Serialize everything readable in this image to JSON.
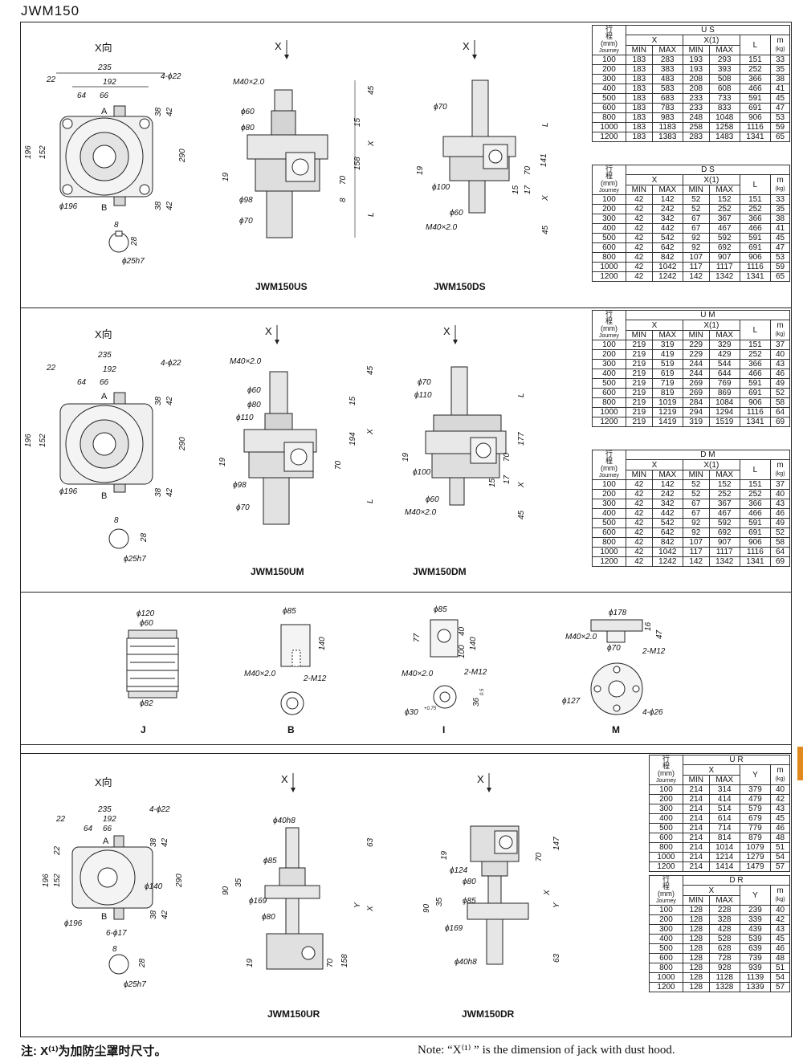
{
  "page": {
    "title": "JWM150",
    "note_cn": "注: X⁽¹⁾为加防尘罩时尺寸。",
    "note_en": "Note: “X⁽¹⁾ ” is the dimension of jack with dust hood."
  },
  "labels": {
    "x_view": "X向",
    "x_arrow": "X",
    "journey_header": [
      "行",
      "程",
      "(mm)",
      "Journey"
    ],
    "col_x": "X",
    "col_x1": "X(1)",
    "col_l": "L",
    "col_y": "Y",
    "col_m": "m",
    "col_kg": "(kg)",
    "col_min": "MIN",
    "col_max": "MAX"
  },
  "captions": {
    "us": "JWM150US",
    "ds": "JWM150DS",
    "um": "JWM150UM",
    "dm": "JWM150DM",
    "ur": "JWM150UR",
    "dr": "JWM150DR",
    "j": "J",
    "b": "B",
    "i": "I",
    "m": "M"
  },
  "dims": {
    "d235": "235",
    "d192": "192",
    "d22": "22",
    "d64": "64",
    "d66": "66",
    "d4phi22": "4-ϕ22",
    "d196": "196",
    "d152": "152",
    "d290": "290",
    "d38": "38",
    "d42": "42",
    "phi196": "ϕ196",
    "A": "A",
    "B": "B",
    "d8": "8",
    "d28": "28",
    "phi25h7": "ϕ25h7",
    "m40": "M40×2.0",
    "phi60": "ϕ60",
    "phi80": "ϕ80",
    "phi98": "ϕ98",
    "phi70": "ϕ70",
    "phi100": "ϕ100",
    "phi110": "ϕ110",
    "d45": "45",
    "d15": "15",
    "d158": "158",
    "d70": "70",
    "d19": "19",
    "d141": "141",
    "d17": "17",
    "d194": "194",
    "d177": "177",
    "L": "L",
    "X": "X",
    "phi120": "ϕ120",
    "phi82": "ϕ82",
    "phi85": "ϕ85",
    "d140": "140",
    "d2m12": "2-M12",
    "d77": "77",
    "d100": "100",
    "d40": "40",
    "d36": "36",
    "d36tol": "0.5",
    "phi30": "ϕ30",
    "phi30tol": "+0.75",
    "phi178": "ϕ178",
    "d16": "16",
    "d47": "47",
    "phi127": "ϕ127",
    "d4phi26": "4-ϕ26",
    "phi40h8": "ϕ40h8",
    "d63": "63",
    "phi169": "ϕ169",
    "d90": "90",
    "d35": "35",
    "phi124": "ϕ124",
    "d147": "147",
    "Y": "Y",
    "phi140": "ϕ140",
    "d6phi17": "6-ϕ17"
  },
  "tables": {
    "us": {
      "name": "U S",
      "rows": [
        [
          "100",
          "183",
          "283",
          "193",
          "293",
          "151",
          "33"
        ],
        [
          "200",
          "183",
          "383",
          "193",
          "393",
          "252",
          "35"
        ],
        [
          "300",
          "183",
          "483",
          "208",
          "508",
          "366",
          "38"
        ],
        [
          "400",
          "183",
          "583",
          "208",
          "608",
          "466",
          "41"
        ],
        [
          "500",
          "183",
          "683",
          "233",
          "733",
          "591",
          "45"
        ],
        [
          "600",
          "183",
          "783",
          "233",
          "833",
          "691",
          "47"
        ],
        [
          "800",
          "183",
          "983",
          "248",
          "1048",
          "906",
          "53"
        ],
        [
          "1000",
          "183",
          "1183",
          "258",
          "1258",
          "1116",
          "59"
        ],
        [
          "1200",
          "183",
          "1383",
          "283",
          "1483",
          "1341",
          "65"
        ]
      ]
    },
    "ds": {
      "name": "D S",
      "rows": [
        [
          "100",
          "42",
          "142",
          "52",
          "152",
          "151",
          "33"
        ],
        [
          "200",
          "42",
          "242",
          "52",
          "252",
          "252",
          "35"
        ],
        [
          "300",
          "42",
          "342",
          "67",
          "367",
          "366",
          "38"
        ],
        [
          "400",
          "42",
          "442",
          "67",
          "467",
          "466",
          "41"
        ],
        [
          "500",
          "42",
          "542",
          "92",
          "592",
          "591",
          "45"
        ],
        [
          "600",
          "42",
          "642",
          "92",
          "692",
          "691",
          "47"
        ],
        [
          "800",
          "42",
          "842",
          "107",
          "907",
          "906",
          "53"
        ],
        [
          "1000",
          "42",
          "1042",
          "117",
          "1117",
          "1116",
          "59"
        ],
        [
          "1200",
          "42",
          "1242",
          "142",
          "1342",
          "1341",
          "65"
        ]
      ]
    },
    "um": {
      "name": "U M",
      "rows": [
        [
          "100",
          "219",
          "319",
          "229",
          "329",
          "151",
          "37"
        ],
        [
          "200",
          "219",
          "419",
          "229",
          "429",
          "252",
          "40"
        ],
        [
          "300",
          "219",
          "519",
          "244",
          "544",
          "366",
          "43"
        ],
        [
          "400",
          "219",
          "619",
          "244",
          "644",
          "466",
          "46"
        ],
        [
          "500",
          "219",
          "719",
          "269",
          "769",
          "591",
          "49"
        ],
        [
          "600",
          "219",
          "819",
          "269",
          "869",
          "691",
          "52"
        ],
        [
          "800",
          "219",
          "1019",
          "284",
          "1084",
          "906",
          "58"
        ],
        [
          "1000",
          "219",
          "1219",
          "294",
          "1294",
          "1116",
          "64"
        ],
        [
          "1200",
          "219",
          "1419",
          "319",
          "1519",
          "1341",
          "69"
        ]
      ]
    },
    "dm": {
      "name": "D M",
      "rows": [
        [
          "100",
          "42",
          "142",
          "52",
          "152",
          "151",
          "37"
        ],
        [
          "200",
          "42",
          "242",
          "52",
          "252",
          "252",
          "40"
        ],
        [
          "300",
          "42",
          "342",
          "67",
          "367",
          "366",
          "43"
        ],
        [
          "400",
          "42",
          "442",
          "67",
          "467",
          "466",
          "46"
        ],
        [
          "500",
          "42",
          "542",
          "92",
          "592",
          "591",
          "49"
        ],
        [
          "600",
          "42",
          "642",
          "92",
          "692",
          "691",
          "52"
        ],
        [
          "800",
          "42",
          "842",
          "107",
          "907",
          "906",
          "58"
        ],
        [
          "1000",
          "42",
          "1042",
          "117",
          "1117",
          "1116",
          "64"
        ],
        [
          "1200",
          "42",
          "1242",
          "142",
          "1342",
          "1341",
          "69"
        ]
      ]
    },
    "ur": {
      "name": "U R",
      "rows": [
        [
          "100",
          "214",
          "314",
          "379",
          "40"
        ],
        [
          "200",
          "214",
          "414",
          "479",
          "42"
        ],
        [
          "300",
          "214",
          "514",
          "579",
          "43"
        ],
        [
          "400",
          "214",
          "614",
          "679",
          "45"
        ],
        [
          "500",
          "214",
          "714",
          "779",
          "46"
        ],
        [
          "600",
          "214",
          "814",
          "879",
          "48"
        ],
        [
          "800",
          "214",
          "1014",
          "1079",
          "51"
        ],
        [
          "1000",
          "214",
          "1214",
          "1279",
          "54"
        ],
        [
          "1200",
          "214",
          "1414",
          "1479",
          "57"
        ]
      ]
    },
    "dr": {
      "name": "D R",
      "rows": [
        [
          "100",
          "128",
          "228",
          "239",
          "40"
        ],
        [
          "200",
          "128",
          "328",
          "339",
          "42"
        ],
        [
          "300",
          "128",
          "428",
          "439",
          "43"
        ],
        [
          "400",
          "128",
          "528",
          "539",
          "45"
        ],
        [
          "500",
          "128",
          "628",
          "639",
          "46"
        ],
        [
          "600",
          "128",
          "728",
          "739",
          "48"
        ],
        [
          "800",
          "128",
          "928",
          "939",
          "51"
        ],
        [
          "1000",
          "128",
          "1128",
          "1139",
          "54"
        ],
        [
          "1200",
          "128",
          "1328",
          "1339",
          "57"
        ]
      ]
    }
  }
}
